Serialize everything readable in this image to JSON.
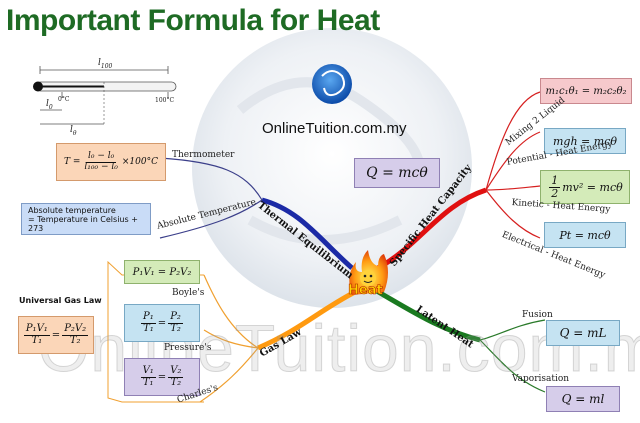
{
  "title": "Important Formula for Heat",
  "site": "OnlineTuition.com.my",
  "watermark": "OnlineTuition.com.my",
  "center": {
    "label": "Heat"
  },
  "branches": {
    "thermal_equilibrium": "Thermal Equilibrium",
    "specific_heat_capacity": "Specific Heat Capacity",
    "latent_heat": "Latent Heat",
    "gas_law": "Gas Law"
  },
  "thermometer": {
    "l100": "l",
    "l100_sub": "100",
    "zero_c": "0°C",
    "hundred_c": "100°C",
    "l0": "l",
    "l0_sub": "0",
    "ltheta": "l",
    "ltheta_sub": "θ"
  },
  "formulas": {
    "thermometer": {
      "lhs": "T =",
      "num": "l₀ − l₀",
      "den": "l₁₀₀ − l₀",
      "rhs": "×100°C"
    },
    "absolute": {
      "line1": "Absolute temperature",
      "line2": "= Temperature in Celsius + 273"
    },
    "q_mctheta": "Q = mcθ",
    "mixing": "m₁c₁θ₁ = m₂c₂θ₂",
    "potential": "mgh = mcθ",
    "kinetic": {
      "pre": "",
      "num": "1",
      "den": "2",
      "post": "mv² = mcθ"
    },
    "electrical": "Pt = mcθ",
    "fusion": "Q = mL",
    "vaporisation": "Q = ml",
    "boyle": "P₁V₁ = P₂V₂",
    "pressure": {
      "num1": "P₁",
      "den1": "T₁",
      "num2": "P₂",
      "den2": "T₂"
    },
    "charles": {
      "num1": "V₁",
      "den1": "T₁",
      "num2": "V₂",
      "den2": "T₂"
    },
    "universal": {
      "num1": "P₁V₁",
      "den1": "T₁",
      "num2": "P₂V₂",
      "den2": "T₂"
    }
  },
  "labels": {
    "thermometer": "Thermometer",
    "absolute": "Absolute Temperature",
    "mixing": "Mixing 2 Liquid",
    "potential": "Potential - Heat Energy",
    "kinetic": "Kinetic - Heat Energy",
    "electrical": "Electrical - Heat Energy",
    "fusion": "Fusion",
    "vaporisation": "Vaporisation",
    "boyle": "Boyle's",
    "pressure": "Pressure's",
    "charles": "Charles's",
    "universal": "Universal Gas Law"
  }
}
